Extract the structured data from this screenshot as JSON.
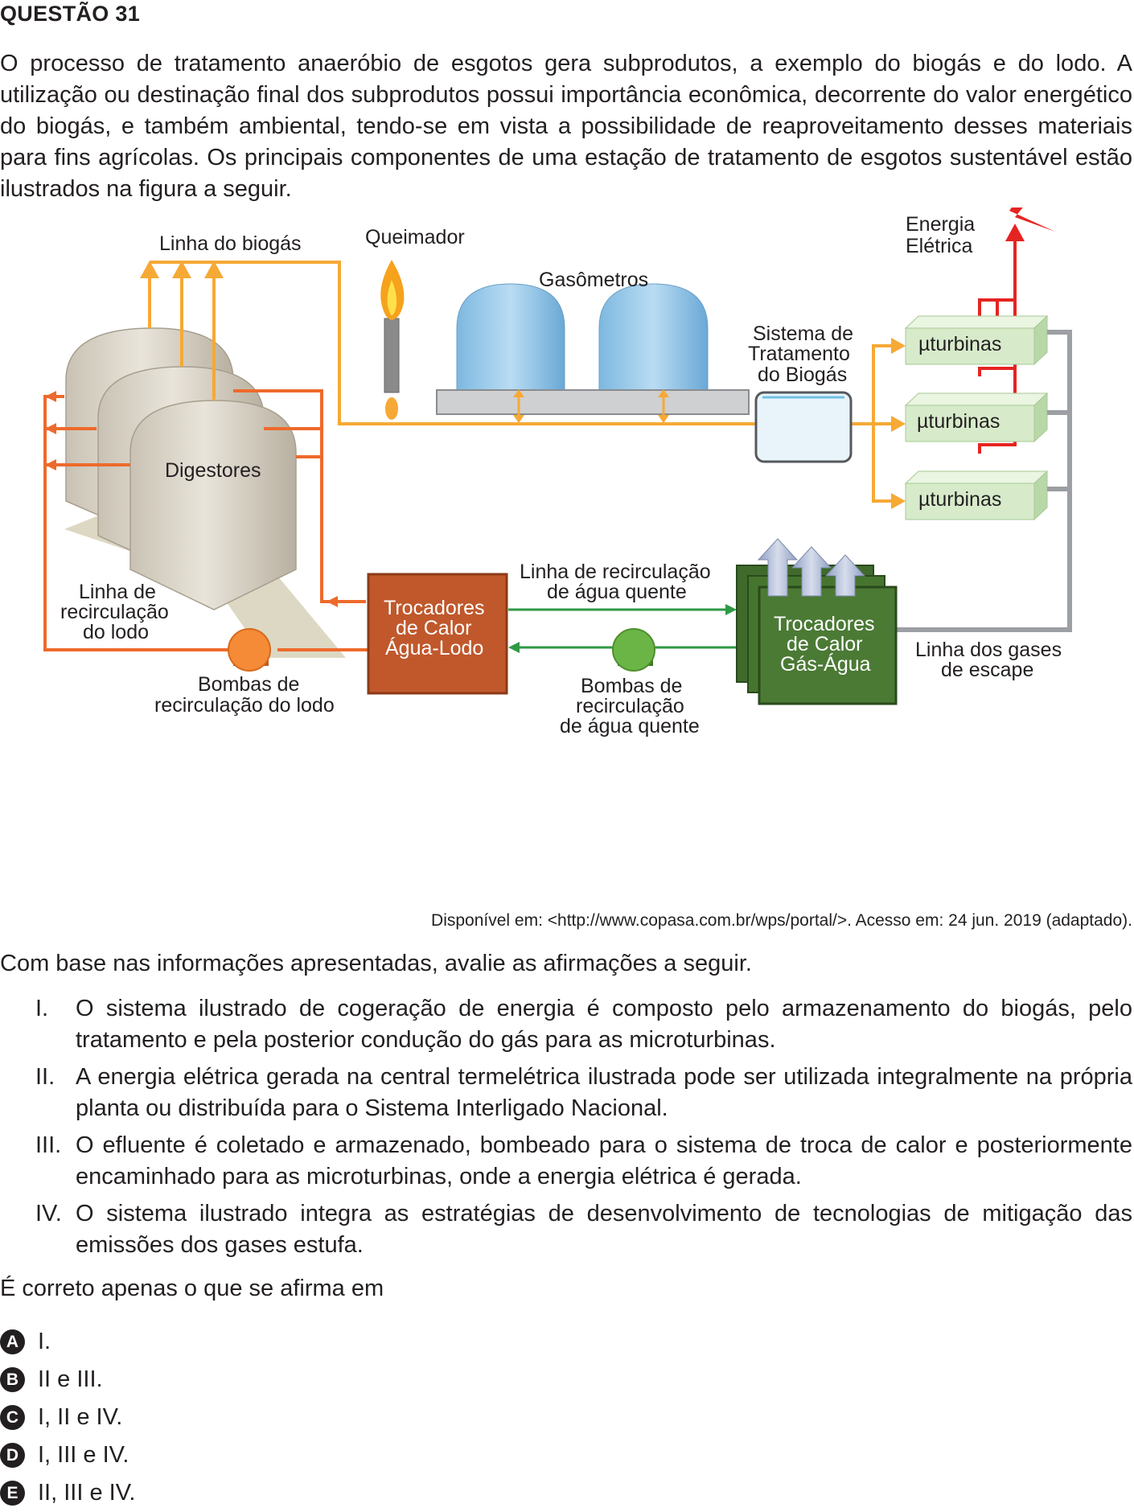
{
  "question": {
    "title": "QUESTÃO 31",
    "intro": "O processo de tratamento anaeróbio de esgotos gera subprodutos, a exemplo do biogás e do lodo. A utilização ou destinação final dos subprodutos possui importância econômica, decorrente do valor energético do biogás, e também ambiental, tendo-se em vista a possibilidade de reaproveitamento desses materiais para fins agrícolas. Os principais componentes de uma estação de tratamento de esgotos sustentável estão ilustrados na figura a seguir."
  },
  "figure": {
    "labels": {
      "linha_biogas": "Linha do biogás",
      "queimador": "Queimador",
      "gasometros": "Gasômetros",
      "energia_1": "Energia",
      "energia_2": "Elétrica",
      "sistema_1": "Sistema de",
      "sistema_2": "Tratamento",
      "sistema_3": "do Biogás",
      "turbina_1": "µturbinas",
      "turbina_2": "µturbinas",
      "turbina_3": "µturbinas",
      "digestores": "Digestores",
      "linha_lodo_1": "Linha de",
      "linha_lodo_2": "recirculação",
      "linha_lodo_3": "do lodo",
      "troc_agua_lodo_1": "Trocadores",
      "troc_agua_lodo_2": "de Calor",
      "troc_agua_lodo_3": "Água-Lodo",
      "linha_agua_1": "Linha de recirculação",
      "linha_agua_2": "de água quente",
      "troc_gas_agua_1": "Trocadores",
      "troc_gas_agua_2": "de Calor",
      "troc_gas_agua_3": "Gás-Água",
      "linha_gases_1": "Linha dos gases",
      "linha_gases_2": "de escape",
      "bomba_lodo_1": "Bombas de",
      "bomba_lodo_2": "recirculação do lodo",
      "bomba_agua_1": "Bombas de",
      "bomba_agua_2": "recirculação",
      "bomba_agua_3": "de água quente"
    },
    "colors": {
      "biogas_line": "#f6a935",
      "sludge_line": "#ee6a2c",
      "water_line": "#2e9a44",
      "power_line": "#e52421",
      "exhaust_line": "#9c9fa3",
      "turbine_fill": "#d7ebcb",
      "exchanger_sludge": "#c0582c",
      "exchanger_gas": "#4b7a35"
    },
    "source": "Disponível em: <http://www.copasa.com.br/wps/portal/>. Acesso em: 24 jun. 2019 (adaptado)."
  },
  "lead": "Com base nas informações apresentadas, avalie as afirmações a seguir.",
  "statements": [
    {
      "num": "I.",
      "text": "O sistema ilustrado de cogeração de energia é composto pelo armazenamento do biogás, pelo tratamento e pela posterior condução do gás para as microturbinas."
    },
    {
      "num": "II.",
      "text": "A energia elétrica gerada na central termelétrica ilustrada pode ser utilizada integralmente na própria planta ou distribuída para o Sistema Interligado Nacional."
    },
    {
      "num": "III.",
      "text": "O efluente é coletado e armazenado, bombeado para o sistema de troca de calor e posteriormente encaminhado para as microturbinas, onde a energia elétrica é gerada."
    },
    {
      "num": "IV.",
      "text": "O sistema ilustrado integra as estratégias de desenvolvimento de tecnologias de mitigação das emissões dos gases estufa."
    }
  ],
  "ask": "É correto apenas o que se afirma em",
  "options": [
    {
      "letter": "A",
      "text": "I."
    },
    {
      "letter": "B",
      "text": "II e III."
    },
    {
      "letter": "C",
      "text": "I, II e IV."
    },
    {
      "letter": "D",
      "text": "I, III e IV."
    },
    {
      "letter": "E",
      "text": "II, III e IV."
    }
  ]
}
